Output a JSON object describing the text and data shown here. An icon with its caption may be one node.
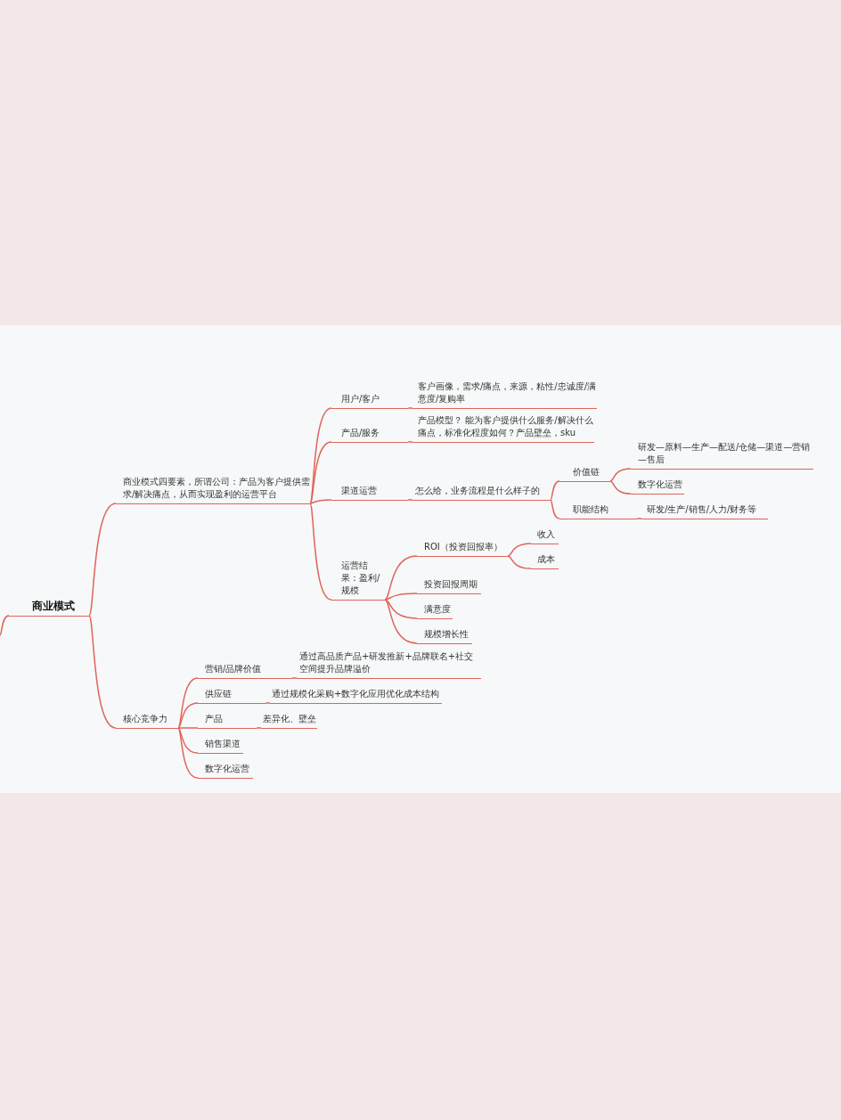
{
  "diagram": {
    "nodes": [
      {
        "text": [
          "商业模式"
        ]
      },
      {
        "text": [
          "商业模式四要素，所谓公司：产品为客户提供需求/解决痛点，从而实现盈利的运营平台"
        ]
      },
      {
        "text": [
          "用户/客户"
        ]
      },
      {
        "text": [
          "客户画像，需求/痛点，来源，粘性/忠诚度/满意度/复购率"
        ]
      },
      {
        "text": [
          "产品/服务"
        ]
      },
      {
        "text": [
          "产品模型？ 能为客户提供什么服务/解决什么痛点，标准化程度如何？产品壁垒，sku"
        ]
      },
      {
        "text": [
          "渠道运营"
        ]
      },
      {
        "text": [
          "怎么给，业务流程是什么样子的"
        ]
      },
      {
        "text": [
          "价值链"
        ]
      },
      {
        "text": [
          "研发—原料—生产—配送/仓储—渠道—营销—售后"
        ]
      },
      {
        "text": [
          "数字化运营"
        ]
      },
      {
        "text": [
          "职能结构"
        ]
      },
      {
        "text": [
          "研发/生产/销售/人力/财务等"
        ]
      },
      {
        "text": [
          "运营结果：盈利/规模"
        ]
      },
      {
        "text": [
          "ROI（投资回报率）"
        ]
      },
      {
        "text": [
          "收入"
        ]
      },
      {
        "text": [
          "成本"
        ]
      },
      {
        "text": [
          "投资回报周期"
        ]
      },
      {
        "text": [
          "满意度"
        ]
      },
      {
        "text": [
          "规模增长性"
        ]
      },
      {
        "text": [
          "核心竞争力"
        ]
      },
      {
        "text": [
          "营销/品牌价值"
        ]
      },
      {
        "text": [
          "通过高品质产品+研发推新+品牌联名+社交空间提升品牌溢价"
        ]
      },
      {
        "text": [
          "供应链"
        ]
      },
      {
        "text": [
          "通过规模化采购+数字化应用优化成本结构"
        ]
      },
      {
        "text": [
          "产品"
        ]
      },
      {
        "text": [
          "差异化、壁垒"
        ]
      },
      {
        "text": [
          "销售渠道"
        ]
      },
      {
        "text": [
          "数字化运营"
        ]
      }
    ],
    "edges": [
      {
        "from": null,
        "to": 0,
        "arrow": "none"
      },
      {
        "from": 0,
        "to": 1,
        "arrow": "none"
      },
      {
        "from": 0,
        "to": 20,
        "arrow": "none"
      },
      {
        "from": 1,
        "to": 2,
        "arrow": "none"
      },
      {
        "from": 1,
        "to": 4,
        "arrow": "none"
      },
      {
        "from": 1,
        "to": 6,
        "arrow": "none"
      },
      {
        "from": 1,
        "to": 13,
        "arrow": "none"
      },
      {
        "from": 2,
        "to": 3,
        "arrow": "none"
      },
      {
        "from": 4,
        "to": 5,
        "arrow": "none"
      },
      {
        "from": 6,
        "to": 7,
        "arrow": "none"
      },
      {
        "from": 7,
        "to": 8,
        "arrow": "none"
      },
      {
        "from": 7,
        "to": 11,
        "arrow": "none"
      },
      {
        "from": 8,
        "to": 9,
        "arrow": "none"
      },
      {
        "from": 8,
        "to": 10,
        "arrow": "none"
      },
      {
        "from": 11,
        "to": 12,
        "arrow": "none"
      },
      {
        "from": 13,
        "to": 14,
        "arrow": "none"
      },
      {
        "from": 13,
        "to": 17,
        "arrow": "none"
      },
      {
        "from": 13,
        "to": 18,
        "arrow": "none"
      },
      {
        "from": 13,
        "to": 19,
        "arrow": "none"
      },
      {
        "from": 14,
        "to": 15,
        "arrow": "none"
      },
      {
        "from": 14,
        "to": 16,
        "arrow": "none"
      },
      {
        "from": 20,
        "to": 21,
        "arrow": "none"
      },
      {
        "from": 20,
        "to": 23,
        "arrow": "none"
      },
      {
        "from": 20,
        "to": 25,
        "arrow": "none"
      },
      {
        "from": 20,
        "to": 27,
        "arrow": "none"
      },
      {
        "from": 20,
        "to": 28,
        "arrow": "none"
      },
      {
        "from": 21,
        "to": 22,
        "arrow": "none"
      },
      {
        "from": 23,
        "to": 24,
        "arrow": "none"
      },
      {
        "from": 25,
        "to": 26,
        "arrow": "none"
      }
    ]
  }
}
